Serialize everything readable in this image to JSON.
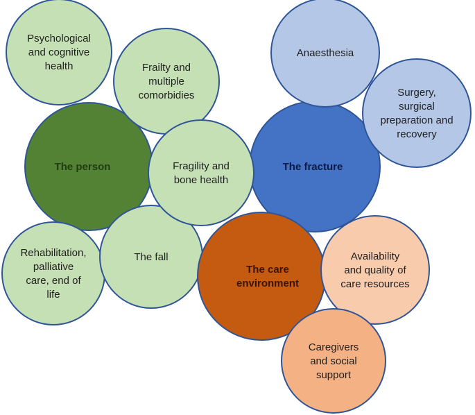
{
  "colors": {
    "outline": "#2F5597",
    "person_fill": "#548235",
    "person_text": "#1E3D10",
    "light_green": "#C5E0B4",
    "fracture_fill": "#4472C4",
    "fracture_text": "#0B1A45",
    "light_blue": "#B4C7E7",
    "care_fill": "#C55A11",
    "care_text": "#3A1503",
    "peach": "#F8CBAD",
    "salmon": "#F4B183",
    "text": "#1f1f1f"
  },
  "circles": [
    {
      "id": "psychological",
      "lines": [
        "Psychological",
        "and cognitive",
        "health"
      ],
      "fill": "light_green"
    },
    {
      "id": "frailty",
      "lines": [
        "Frailty and",
        "multiple",
        "comorbidies"
      ],
      "fill": "light_green"
    },
    {
      "id": "person",
      "lines": [
        "The person"
      ],
      "fill": "person_fill",
      "bold": true
    },
    {
      "id": "fragility",
      "lines": [
        "Fragility and",
        "bone health"
      ],
      "fill": "light_green"
    },
    {
      "id": "rehab",
      "lines": [
        "Rehabilitation,",
        "palliative",
        "care, end of",
        "life"
      ],
      "fill": "light_green"
    },
    {
      "id": "fall",
      "lines": [
        "The fall"
      ],
      "fill": "light_green"
    },
    {
      "id": "anaesthesia",
      "lines": [
        "Anaesthesia"
      ],
      "fill": "light_blue"
    },
    {
      "id": "fracture",
      "lines": [
        "The fracture"
      ],
      "fill": "fracture_fill",
      "bold": true
    },
    {
      "id": "surgery",
      "lines": [
        "Surgery,",
        "surgical",
        "preparation and",
        "recovery"
      ],
      "fill": "light_blue"
    },
    {
      "id": "care",
      "lines": [
        "The care",
        "environment"
      ],
      "fill": "care_fill",
      "bold": true
    },
    {
      "id": "availability",
      "lines": [
        "Availability",
        "and quality of",
        "care resources"
      ],
      "fill": "peach"
    },
    {
      "id": "caregivers",
      "lines": [
        "Caregivers",
        "and social",
        "support"
      ],
      "fill": "salmon"
    }
  ]
}
